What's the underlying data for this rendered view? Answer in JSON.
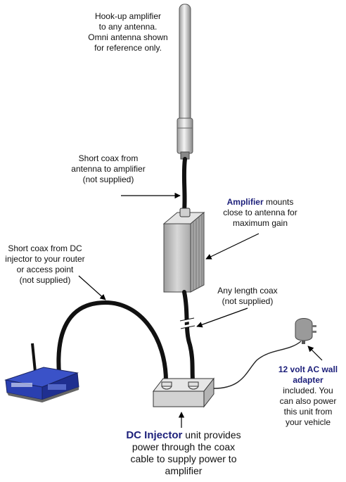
{
  "labels": {
    "antenna_note": [
      "Hook-up amplifier",
      "to any antenna.",
      "Omni antenna shown",
      "for reference only."
    ],
    "short_coax_antenna": [
      "Short coax from",
      "antenna to amplifier",
      "(not supplied)"
    ],
    "amplifier": {
      "bold": "Amplifier",
      "rest_first": " mounts",
      "lines": [
        "close to antenna for",
        "maximum gain"
      ]
    },
    "short_coax_dc": [
      "Short coax from DC",
      "injector to your router",
      "or access point",
      "(not supplied)"
    ],
    "any_length_coax": [
      "Any length coax",
      "(not supplied)"
    ],
    "wall_adapter": {
      "bold_lines": [
        "12 volt AC wall",
        "adapter"
      ],
      "lines": [
        "included. You",
        "can also power",
        "this unit from",
        "your vehicle"
      ]
    },
    "dc_injector": {
      "bold": "DC Injector",
      "rest_first": " unit provides",
      "lines": [
        "power through the coax",
        "cable to supply power to",
        "amplifier"
      ]
    }
  },
  "colors": {
    "bold_text": "#1c1f7a",
    "cable": "#111111",
    "router_blue": "#2a3fb0",
    "box_gray": "#c8c8c8"
  }
}
